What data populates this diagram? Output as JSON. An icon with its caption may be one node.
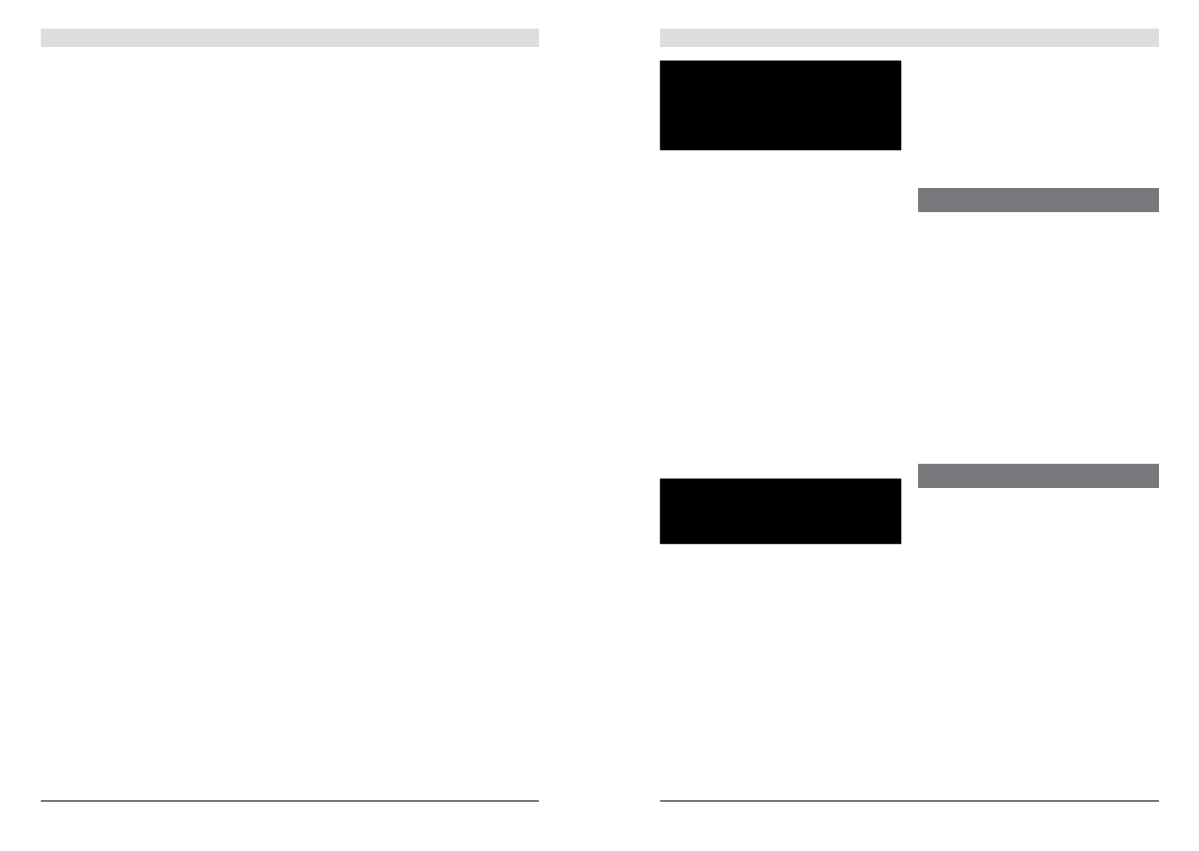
{
  "diagram": {
    "nodes": [
      {
        "text": [],
        "shape": "bar"
      },
      {
        "text": [],
        "shape": "bar"
      },
      {
        "text": [],
        "shape": "box"
      },
      {
        "text": [],
        "shape": "bar"
      },
      {
        "text": [],
        "shape": "bar"
      },
      {
        "text": [],
        "shape": "box"
      }
    ]
  }
}
